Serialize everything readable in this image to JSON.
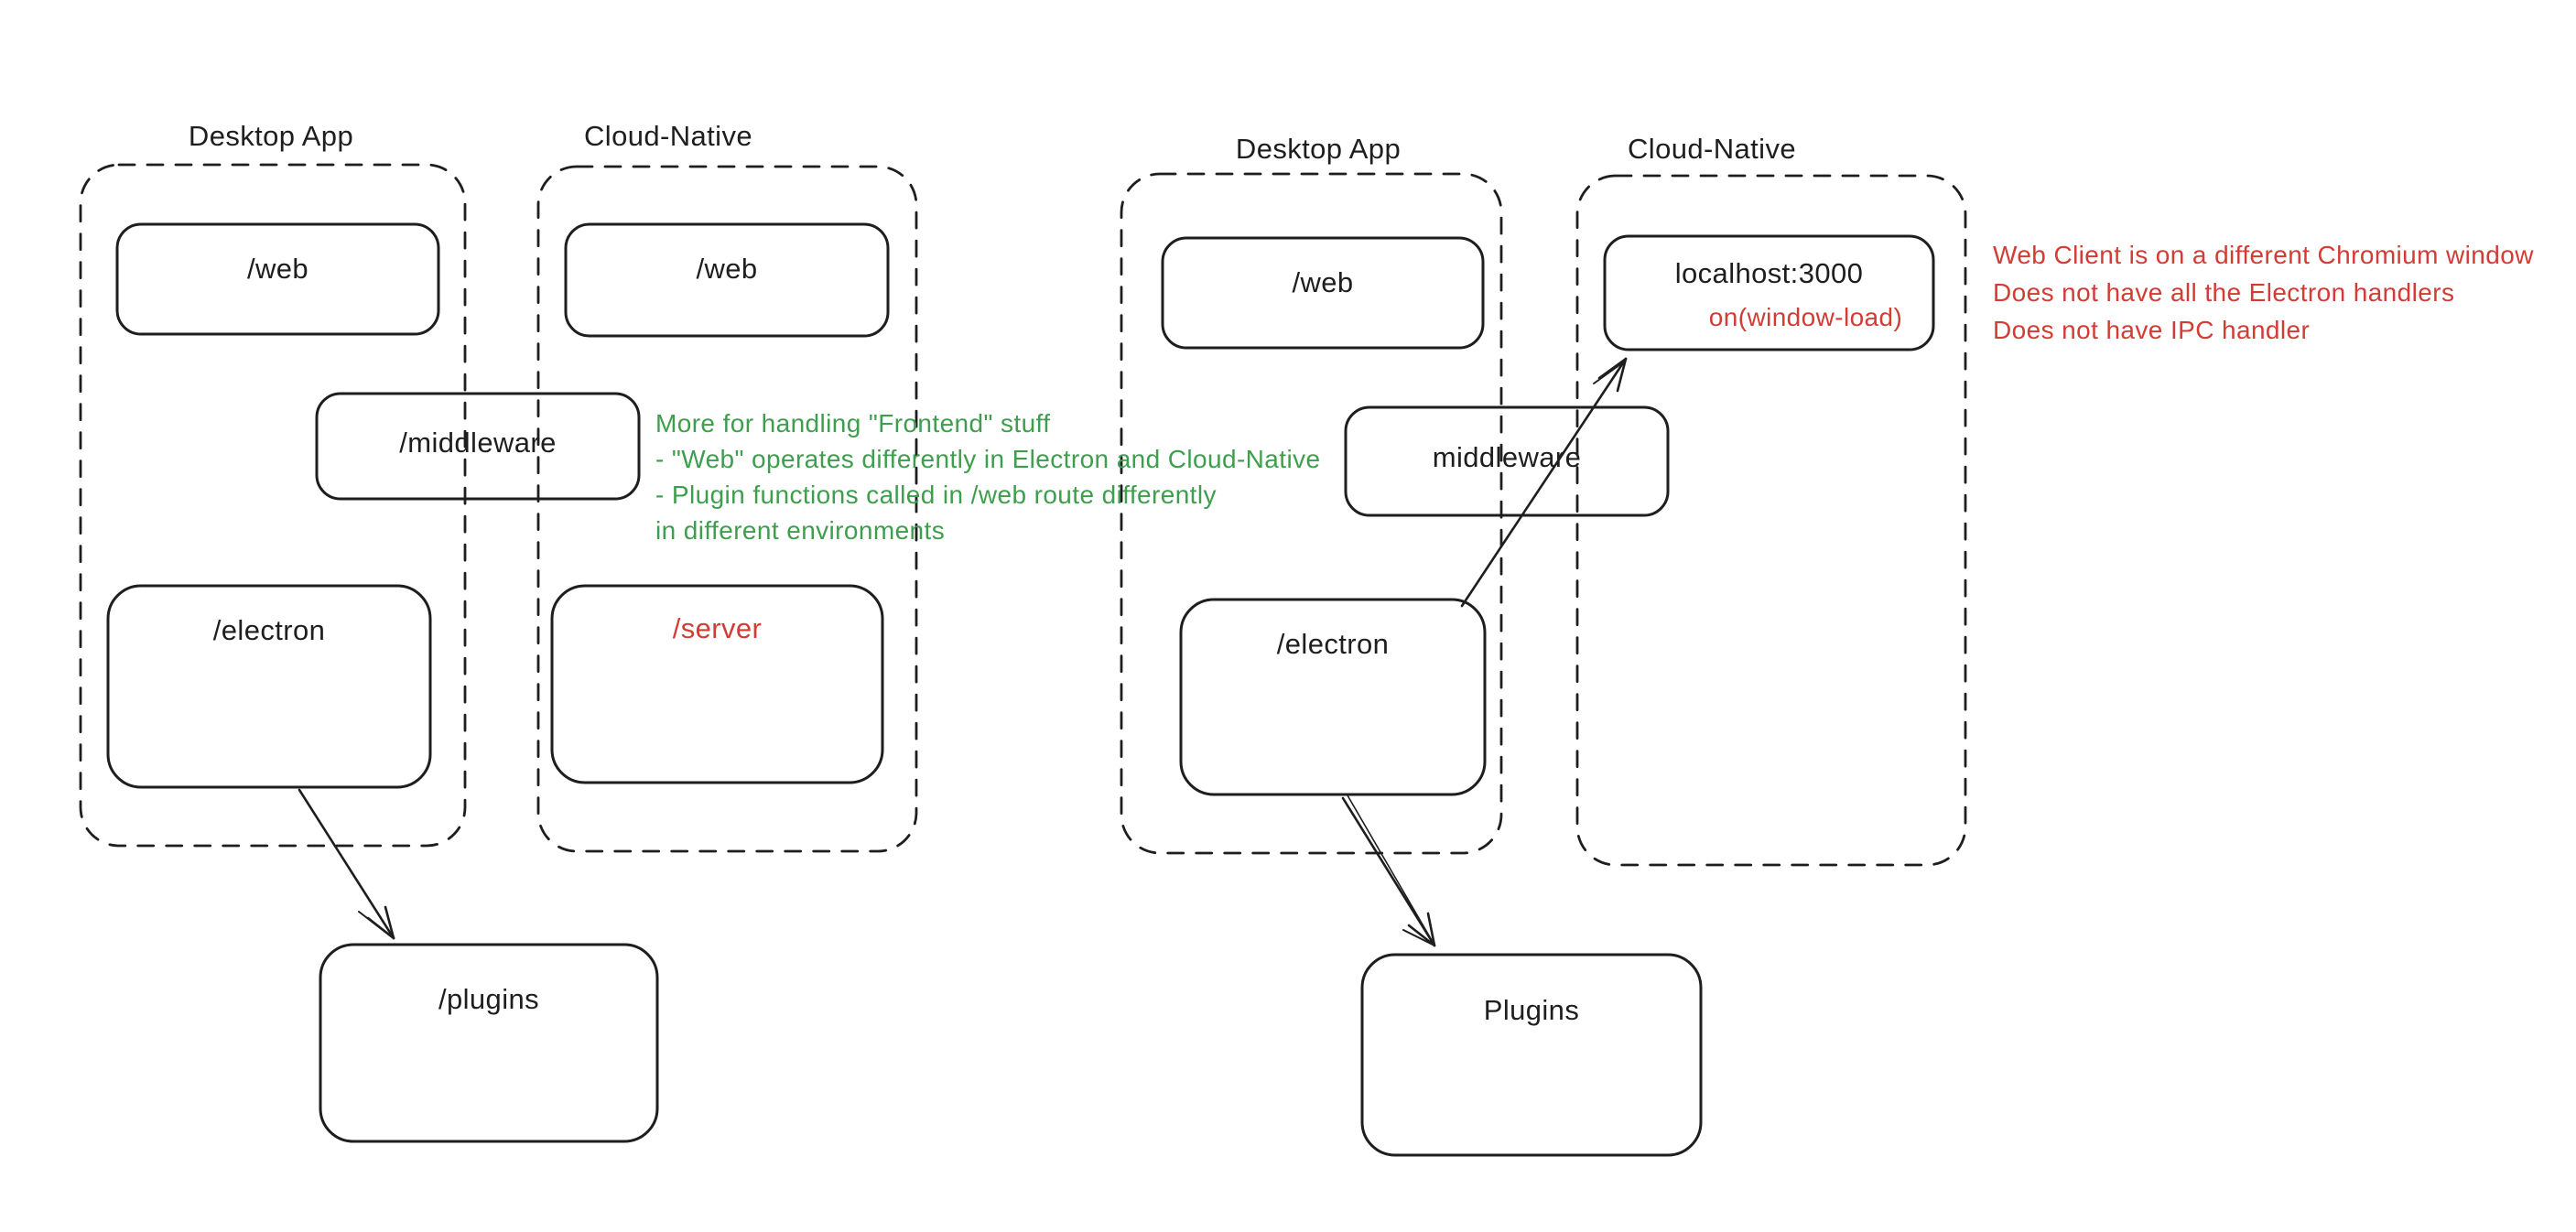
{
  "colors": {
    "ink": "#1e1e1e",
    "red": "#d33c35",
    "green": "#3f9e4e",
    "background": "#ffffff"
  },
  "left_diagram": {
    "desktop_label": "Desktop App",
    "cloud_label": "Cloud-Native",
    "boxes": {
      "web_desktop": "/web",
      "web_cloud": "/web",
      "middleware": "/middleware",
      "electron": "/electron",
      "server": "/server",
      "plugins": "/plugins"
    },
    "note_lines": [
      "More for handling \"Frontend\" stuff",
      "- \"Web\" operates differently in Electron and Cloud-Native",
      "- Plugin functions called in /web route differently",
      "in different environments"
    ]
  },
  "right_diagram": {
    "desktop_label": "Desktop App",
    "cloud_label": "Cloud-Native",
    "boxes": {
      "web": "/web",
      "localhost": "localhost:3000",
      "localhost_event": "on(window-load)",
      "middleware": "middleware",
      "electron": "/electron",
      "plugins": "Plugins"
    },
    "note_lines": [
      "Web Client is on a different Chromium window",
      "Does not have all the Electron handlers",
      "Does not have IPC handler"
    ]
  }
}
